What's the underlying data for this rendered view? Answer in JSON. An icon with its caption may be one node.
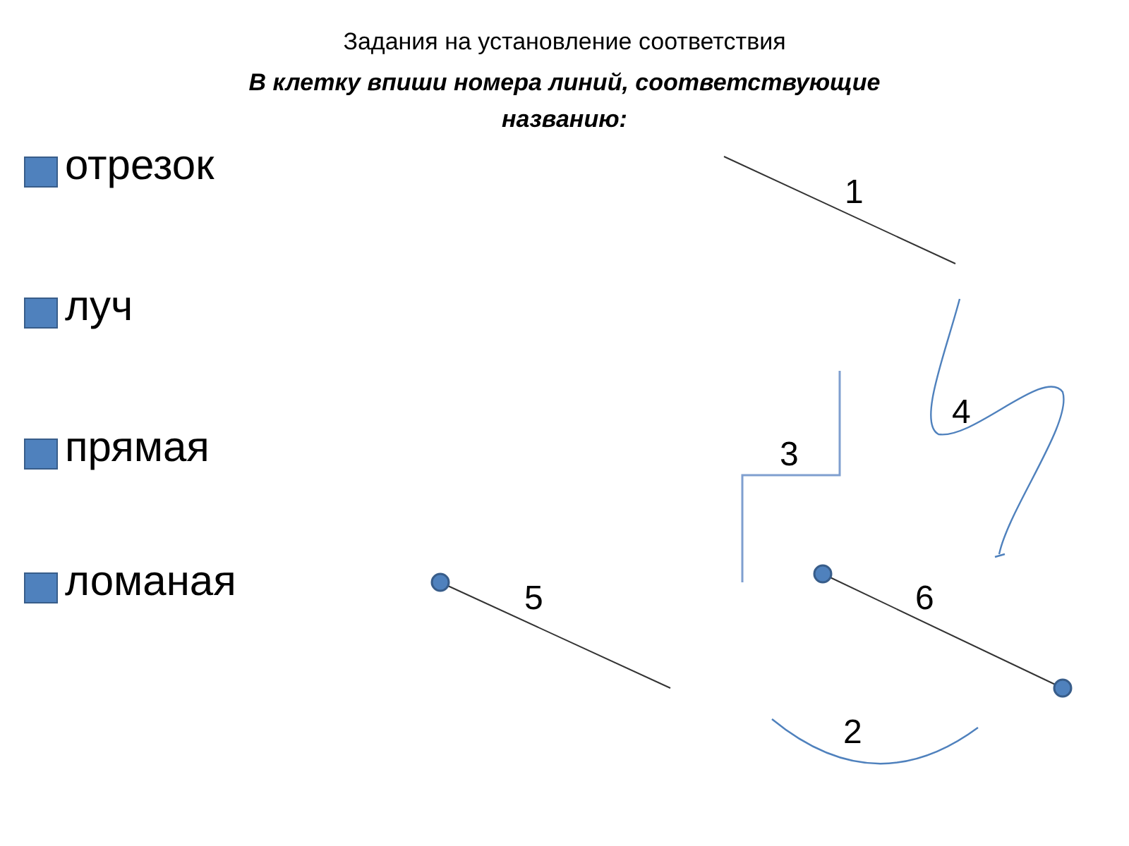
{
  "diagram": {
    "title": "Задания на установление соответствия",
    "labels": [
      "В клетку впиши номера линий,  соответствующие названию:",
      "отрезок",
      "1",
      "луч",
      "4",
      "прямая",
      "3",
      "ломаная",
      "5",
      "6",
      "2"
    ]
  }
}
